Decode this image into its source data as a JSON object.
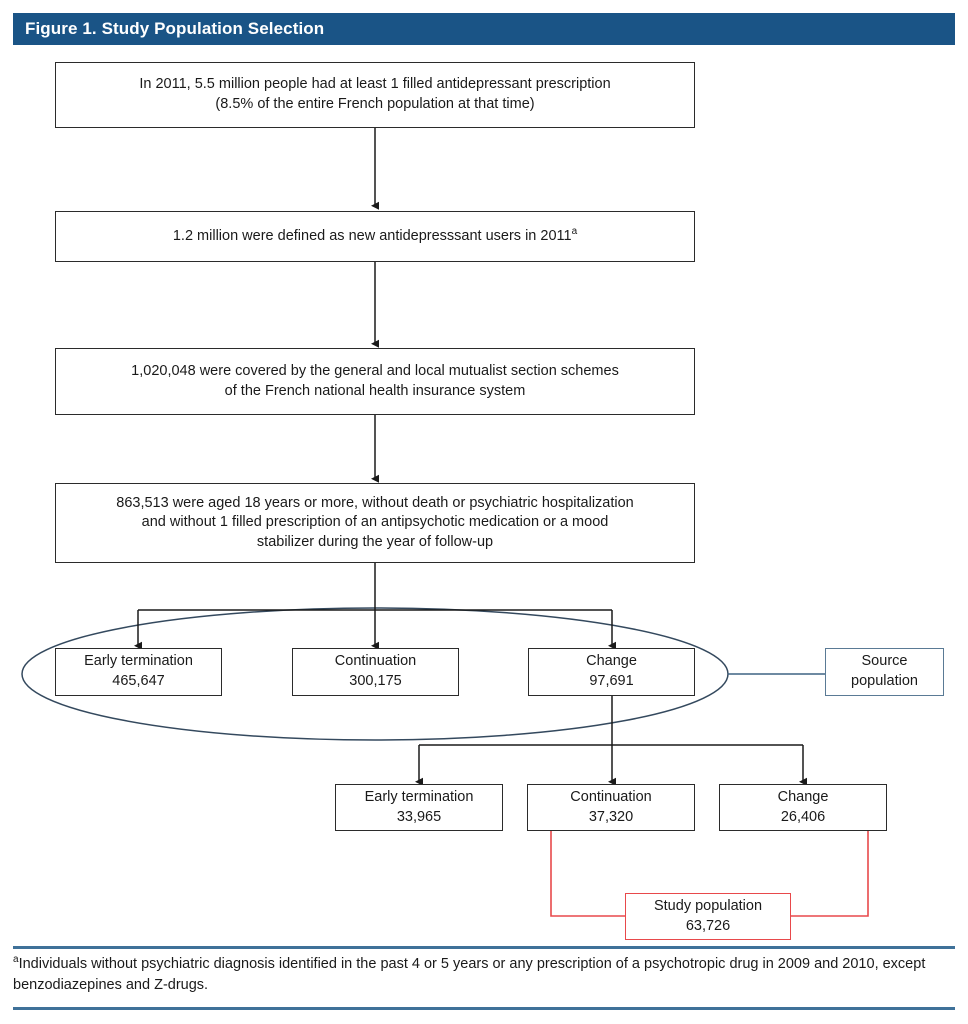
{
  "header": {
    "title": "Figure 1. Study Population Selection",
    "bar_color": "#1a5486",
    "text_color": "#ffffff"
  },
  "colors": {
    "box_border": "#2b2b2b",
    "ellipse_stroke": "#34495e",
    "source_box_border": "#5a7a95",
    "study_box_border": "#e8494b",
    "connector": "#1a1a1a",
    "rule": "#3f7199"
  },
  "flow": {
    "step1": {
      "line1": "In 2011, 5.5 million people had at least 1 filled antidepressant prescription",
      "line2": "(8.5% of the entire French population at that time)"
    },
    "step2": {
      "line1": "1.2 million were defined as new antidepresssant users in 2011",
      "superscript": "a"
    },
    "step3": {
      "line1": "1,020,048 were covered by the general and local mutualist section schemes",
      "line2": "of the French national health insurance system"
    },
    "step4": {
      "line1": "863,513 were aged 18 years or more, without death or psychiatric hospitalization",
      "line2": "and without 1 filled prescription of an antipsychotic medication or a mood",
      "line3": "stabilizer during the year of follow-up"
    },
    "level1": [
      {
        "label": "Early termination",
        "value": "465,647"
      },
      {
        "label": "Continuation",
        "value": "300,175"
      },
      {
        "label": "Change",
        "value": "97,691"
      }
    ],
    "source_population": {
      "line1": "Source",
      "line2": "population"
    },
    "level2": [
      {
        "label": "Early termination",
        "value": "33,965"
      },
      {
        "label": "Continuation",
        "value": "37,320"
      },
      {
        "label": "Change",
        "value": "26,406"
      }
    ],
    "study_population": {
      "label": "Study population",
      "value": "63,726"
    }
  },
  "footnote": {
    "superscript": "a",
    "text": "Individuals without psychiatric diagnosis identified in the past 4 or 5 years or any prescription of a psychotropic drug in 2009 and 2010, except benzodiazepines and Z-drugs."
  }
}
